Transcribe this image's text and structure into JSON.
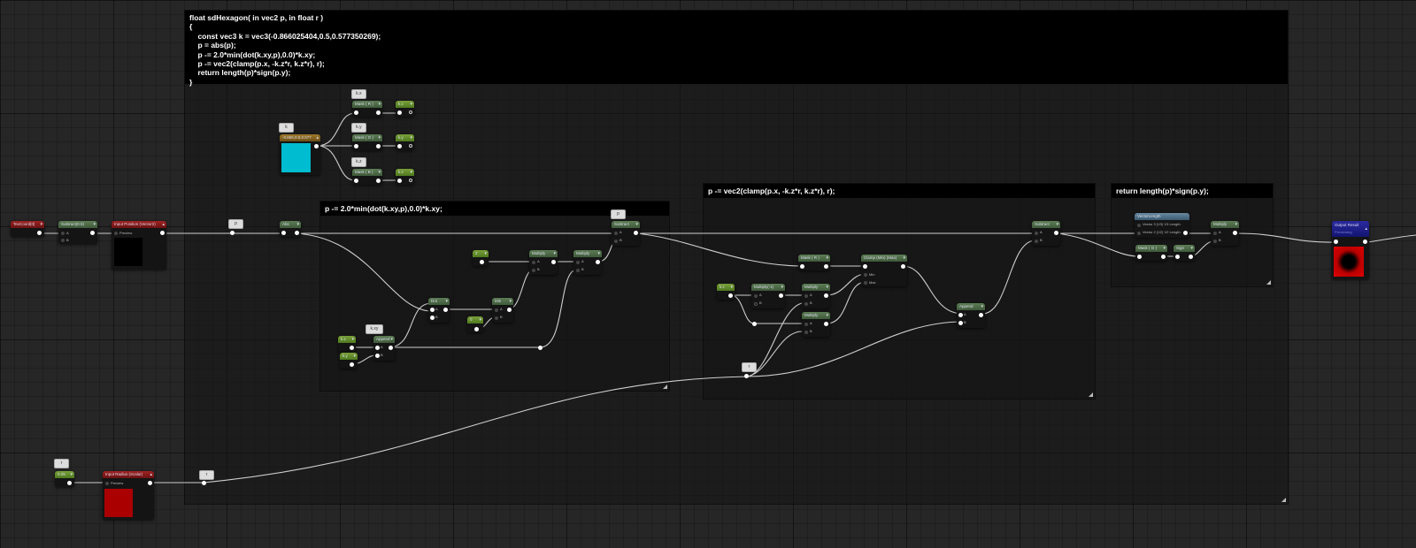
{
  "comments": {
    "main": {
      "title": "float sdHexagon( in vec2 p, in float r )\n{\n    const vec3 k = vec3(-0.866025404,0.5,0.577350269);\n    p = abs(p);\n    p -= 2.0*min(dot(k.xy,p),0.0)*k.xy;\n    p -= vec2(clamp(p.x, -k.z*r, k.z*r), r);\n    return length(p)*sign(p.y);\n}"
    },
    "step1": {
      "title": "p -= 2.0*min(dot(k.xy,p),0.0)*k.xy;"
    },
    "step2": {
      "title": "p -= vec2(clamp(p.x, -k.z*r, k.z*r), r);"
    },
    "step3": {
      "title": "return length(p)*sign(p.y);"
    }
  },
  "nodes": {
    "texcoord": {
      "title": "TexCoord[0]"
    },
    "subtract_half": {
      "title": "Subtract(0.5)",
      "pins": [
        "A",
        "B"
      ]
    },
    "input_position": {
      "title": "Input Position (Vector2)",
      "pin": "Preview"
    },
    "reroute_p": {
      "bubble": "p"
    },
    "abs": {
      "title": "Abs"
    },
    "constant_k": {
      "title": "-0.866,0.5,0.577",
      "bubble": "k",
      "color": "#00bcd0"
    },
    "mask_r": {
      "title": "Mask ( R )",
      "bubble": "k.x"
    },
    "mask_g": {
      "title": "Mask ( G )",
      "bubble": "k.y"
    },
    "mask_b": {
      "title": "Mask ( B )",
      "bubble": "k.z"
    },
    "named_kx": {
      "title": "k.x"
    },
    "named_ky": {
      "title": "k.y"
    },
    "named_kz": {
      "title": "k.z"
    },
    "s1_kx": {
      "title": "k.x"
    },
    "s1_ky": {
      "title": "k.y"
    },
    "s1_append": {
      "title": "Append",
      "bubble": "k.xy",
      "pins": [
        "A",
        "B"
      ]
    },
    "s1_dot": {
      "title": "Dot",
      "pins": [
        "A",
        "B"
      ]
    },
    "s1_min": {
      "title": "Min",
      "pins": [
        "A",
        "B"
      ]
    },
    "s1_zero": {
      "title": "0"
    },
    "s1_two": {
      "title": "2"
    },
    "s1_mult1": {
      "title": "Multiply",
      "pins": [
        "A",
        "B"
      ]
    },
    "s1_mult2": {
      "title": "Multiply",
      "pins": [
        "A",
        "B"
      ]
    },
    "s1_subtract": {
      "title": "Subtract",
      "bubble": "p",
      "pins": [
        "A",
        "B"
      ]
    },
    "s2_mask_r": {
      "title": "Mask ( R )"
    },
    "s2_clamp": {
      "title": "Clamp (Min) (Max)",
      "pins": [
        "Min",
        "Max"
      ]
    },
    "s2_kz": {
      "title": "k.z"
    },
    "s2_mult_neg": {
      "title": "Multiply(-1)",
      "pins": [
        "A",
        "B"
      ]
    },
    "s2_mult1": {
      "title": "Multiply",
      "pins": [
        "A",
        "B"
      ]
    },
    "s2_mult2": {
      "title": "Multiply",
      "pins": [
        "A",
        "B"
      ]
    },
    "s2_append": {
      "title": "Append",
      "pins": [
        "A",
        "B"
      ]
    },
    "s2_subtract": {
      "title": "Subtract",
      "pins": [
        "A",
        "B"
      ]
    },
    "s2_reroute_r": {
      "bubble": "r"
    },
    "s3_vlength": {
      "title": "VectorLength",
      "pins": [
        "Vector 3 (V3) V3 Length",
        "Vector 2 (V2) V2 Length"
      ]
    },
    "s3_mask_g": {
      "title": "Mask ( G )"
    },
    "s3_sign": {
      "title": "Sign"
    },
    "s3_multiply": {
      "title": "Multiply",
      "pins": [
        "A",
        "B"
      ]
    },
    "output_result": {
      "title": "Output Result",
      "subtitle": "Previewing"
    },
    "radius_const": {
      "title": "0.25",
      "bubble": "r"
    },
    "input_radius": {
      "title": "Input Radius (Scalar)",
      "pin": "Preview"
    },
    "reroute_r": {
      "bubble": "r"
    }
  }
}
